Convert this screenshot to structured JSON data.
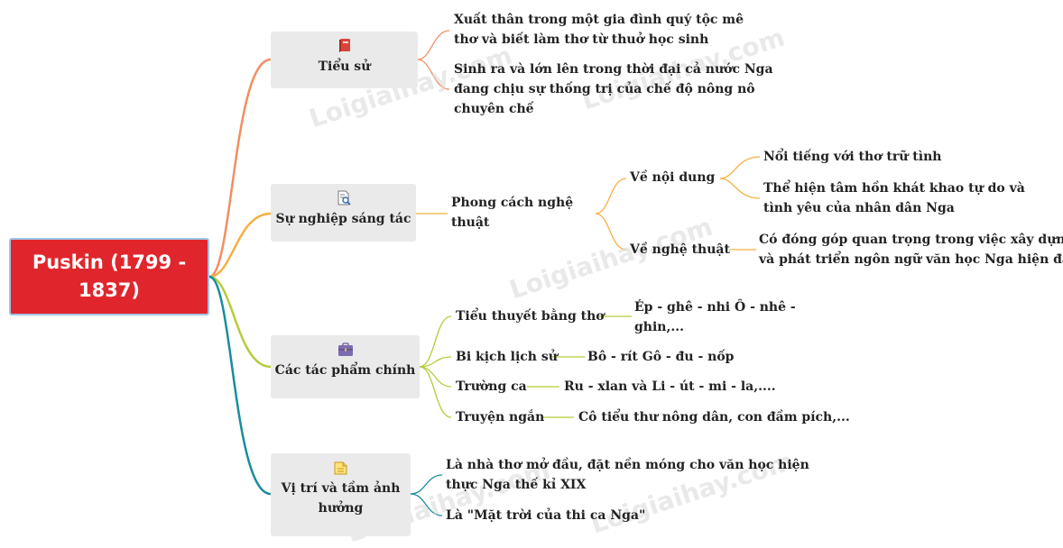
{
  "watermark": "Loigiaihay.com",
  "root": {
    "line1": "Puskin (1799 -",
    "line2": "1837)"
  },
  "branches": [
    {
      "label": "Tiểu sử",
      "icon": "book-icon",
      "items": [
        {
          "line1": "Xuất thân trong một gia đình quý tộc mê",
          "line2": "thơ và biết làm thơ từ thuở học sinh"
        },
        {
          "line1": "Sinh ra và lớn lên trong thời đại cả nước Nga",
          "line2": "đang chịu sự thống trị của chế độ nông nô",
          "line3": "chuyên chế"
        }
      ]
    },
    {
      "label": "Sự nghiệp sáng tác",
      "icon": "document-search-icon",
      "sub": {
        "line1": "Phong cách nghệ",
        "line2": "thuật",
        "children": [
          {
            "label": "Về nội dung",
            "items": [
              {
                "line1": "Nổi tiếng với thơ trữ tình"
              },
              {
                "line1": "Thể hiện tâm hồn khát khao tự do và",
                "line2": "tình yêu của nhân dân Nga"
              }
            ]
          },
          {
            "label": "Về nghệ thuật",
            "items": [
              {
                "line1": "Có đóng góp quan trọng trong việc xây dựng",
                "line2": "và phát triển ngôn ngữ văn học Nga hiện đại"
              }
            ]
          }
        ]
      }
    },
    {
      "label": "Các tác phẩm chính",
      "icon": "briefcase-icon",
      "items": [
        {
          "label": "Tiểu thuyết bằng thơ",
          "value1": "Ép - ghê - nhi Ô - nhê -",
          "value2": "ghin,..."
        },
        {
          "label": "Bi kịch lịch sử",
          "value1": "Bô - rít Gô - đu - nốp"
        },
        {
          "label": "Trường ca",
          "value1": "Ru - xlan và Li - út - mi - la,...."
        },
        {
          "label": "Truyện ngắn",
          "value1": "Cô tiểu thư nông dân, con đầm pích,..."
        }
      ]
    },
    {
      "label1": "Vị trí và tầm ảnh",
      "label2": "hưởng",
      "icon": "folder-icon",
      "items": [
        {
          "line1": "Là nhà thơ mở đầu, đặt nền móng cho văn học hiện",
          "line2": "thực Nga thế kỉ XIX"
        },
        {
          "line1": "Là \"Mặt trời của thi ca Nga\""
        }
      ]
    }
  ],
  "colors": {
    "root_fill": "#e0262c",
    "branch1": "#f28e62",
    "branch2": "#f5b041",
    "branch3": "#b5cc3a",
    "branch4": "#1a8ca0"
  }
}
